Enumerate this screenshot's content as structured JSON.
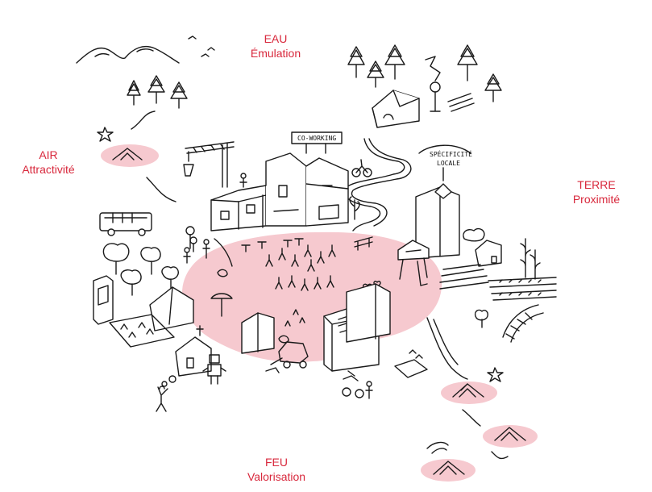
{
  "elements": {
    "eau": {
      "name": "EAU",
      "subtitle": "Émulation"
    },
    "air": {
      "name": "AIR",
      "subtitle": "Attractivité"
    },
    "terre": {
      "name": "TERRE",
      "subtitle": "Proximité"
    },
    "feu": {
      "name": "FEU",
      "subtitle": "Valorisation"
    }
  },
  "signs": {
    "coworking": "CO-WORKING",
    "specificite_line1": "SPÉCIFICITÉ",
    "specificite_line2": "LOCALE"
  },
  "colors": {
    "accent_text": "#d8283c",
    "highlight_fill": "#f6c9cf",
    "ink": "#1a1a1a"
  }
}
